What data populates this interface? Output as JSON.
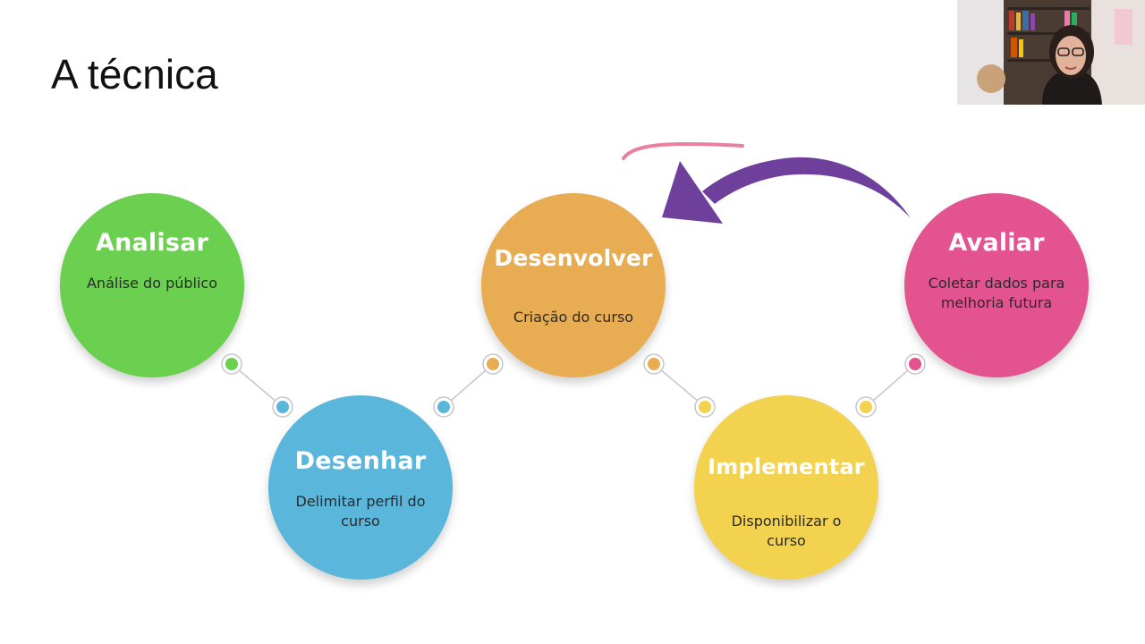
{
  "slide": {
    "title": "A técnica"
  },
  "phases": [
    {
      "id": "analisar",
      "title": "Analisar",
      "description": "Análise do público",
      "color": "#6bcf4f"
    },
    {
      "id": "desenhar",
      "title": "Desenhar",
      "description": "Delimitar perfil do curso",
      "color": "#5bb6db"
    },
    {
      "id": "desenvolver",
      "title": "Desenvolver",
      "description": "Criação do curso",
      "color": "#e8ad52"
    },
    {
      "id": "implementar",
      "title": "Implementar",
      "description": "Disponibilizar o curso",
      "color": "#f2d24f"
    },
    {
      "id": "avaliar",
      "title": "Avaliar",
      "description": "Coletar dados para melhoria futura",
      "color": "#e3538f"
    }
  ],
  "colors": {
    "arrow": "#6f3f9c",
    "annotation_stroke": "#e66a8c",
    "connector_line": "#c7c7c7"
  },
  "icons": {
    "feedback_arrow": "curved-arrow-icon",
    "annotation": "pen-stroke-icon"
  }
}
